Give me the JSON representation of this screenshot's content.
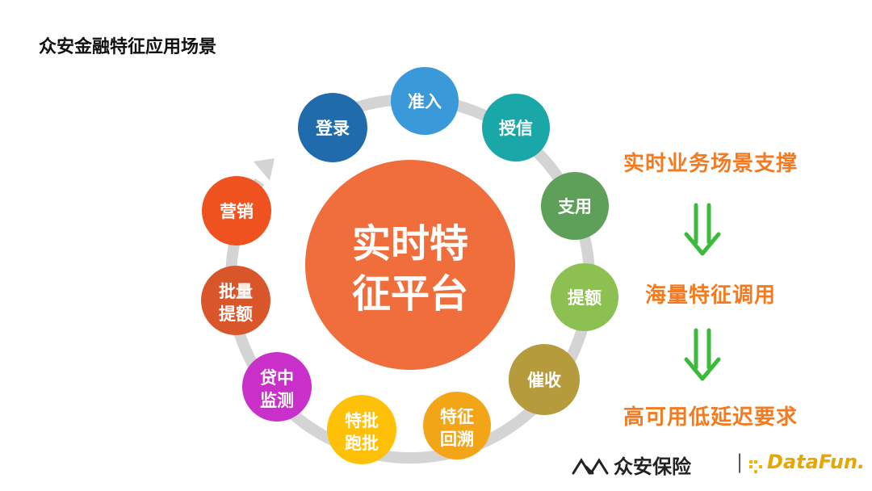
{
  "title": "众安金融特征应用场景",
  "center": {
    "line1": "实时特",
    "line2": "征平台",
    "color": "#f06e3c"
  },
  "nodes": [
    {
      "id": "login",
      "lines": [
        "登录"
      ],
      "color": "#1f6bab"
    },
    {
      "id": "access",
      "lines": [
        "准入"
      ],
      "color": "#3a9ad9"
    },
    {
      "id": "credit",
      "lines": [
        "授信"
      ],
      "color": "#1aa7a7"
    },
    {
      "id": "use",
      "lines": [
        "支用"
      ],
      "color": "#5ea05a"
    },
    {
      "id": "raise",
      "lines": [
        "提额"
      ],
      "color": "#8cc152"
    },
    {
      "id": "collect",
      "lines": [
        "催收"
      ],
      "color": "#b59b3c"
    },
    {
      "id": "feature-trace",
      "lines": [
        "特征",
        "回溯"
      ],
      "color": "#f2a516"
    },
    {
      "id": "feature-batch",
      "lines": [
        "特批",
        "跑批"
      ],
      "color": "#ffc107"
    },
    {
      "id": "monitor",
      "lines": [
        "贷中",
        "监测"
      ],
      "color": "#c92fc9"
    },
    {
      "id": "batch-raise",
      "lines": [
        "批量",
        "提额"
      ],
      "color": "#d9552a"
    },
    {
      "id": "marketing",
      "lines": [
        "营销"
      ],
      "color": "#f0521f"
    }
  ],
  "right": {
    "items": [
      "实时业务场景支撑",
      "海量特征调用",
      "高可用低延迟要求"
    ],
    "color": "#f47a20",
    "arrow_color": "#3cba3c"
  },
  "footer": {
    "brand": "众安保险",
    "separator": "|",
    "partner": "DataFun."
  }
}
